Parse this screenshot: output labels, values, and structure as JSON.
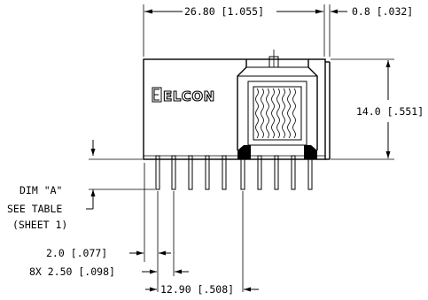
{
  "drawing": {
    "logo": "ELCON",
    "dimensions": {
      "overall_width": "26.80 [1.055]",
      "tab_width": "0.8 [.032]",
      "height": "14.0 [.551]",
      "pin_offset": "2.0 [.077]",
      "pin_pitch": "8X 2.50 [.098]",
      "pin_span": "12.90 [.508]"
    },
    "note": {
      "line1": "DIM \"A\"",
      "line2": "SEE TABLE",
      "line3": "(SHEET 1)"
    }
  }
}
